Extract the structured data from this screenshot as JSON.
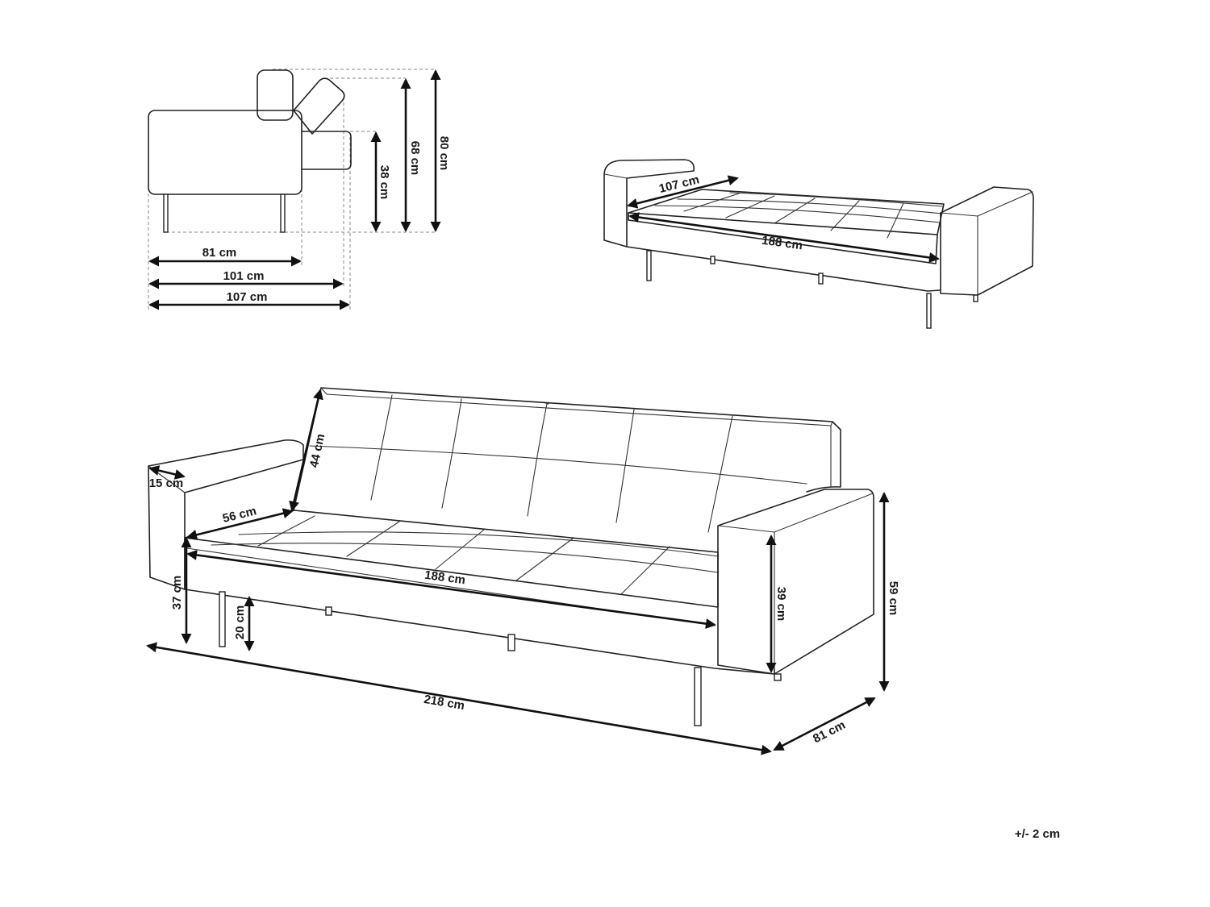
{
  "side_view": {
    "dims": {
      "seat_depth": "81 cm",
      "recline_depth": "101 cm",
      "total_depth": "107 cm",
      "seat_height": "38 cm",
      "backrest_height": "68 cm",
      "total_height": "80 cm"
    }
  },
  "bed_view": {
    "dims": {
      "bed_width": "107 cm",
      "bed_length": "188 cm"
    }
  },
  "sofa_view": {
    "dims": {
      "armrest_width": "15 cm",
      "backrest_height": "44 cm",
      "seat_depth": "56 cm",
      "seat_width": "188 cm",
      "arm_floor_height": "37 cm",
      "leg_height": "20 cm",
      "armrest_height": "39 cm",
      "total_height": "59 cm",
      "total_width": "218 cm",
      "total_depth": "81 cm"
    }
  },
  "tolerance": "+/- 2 cm"
}
